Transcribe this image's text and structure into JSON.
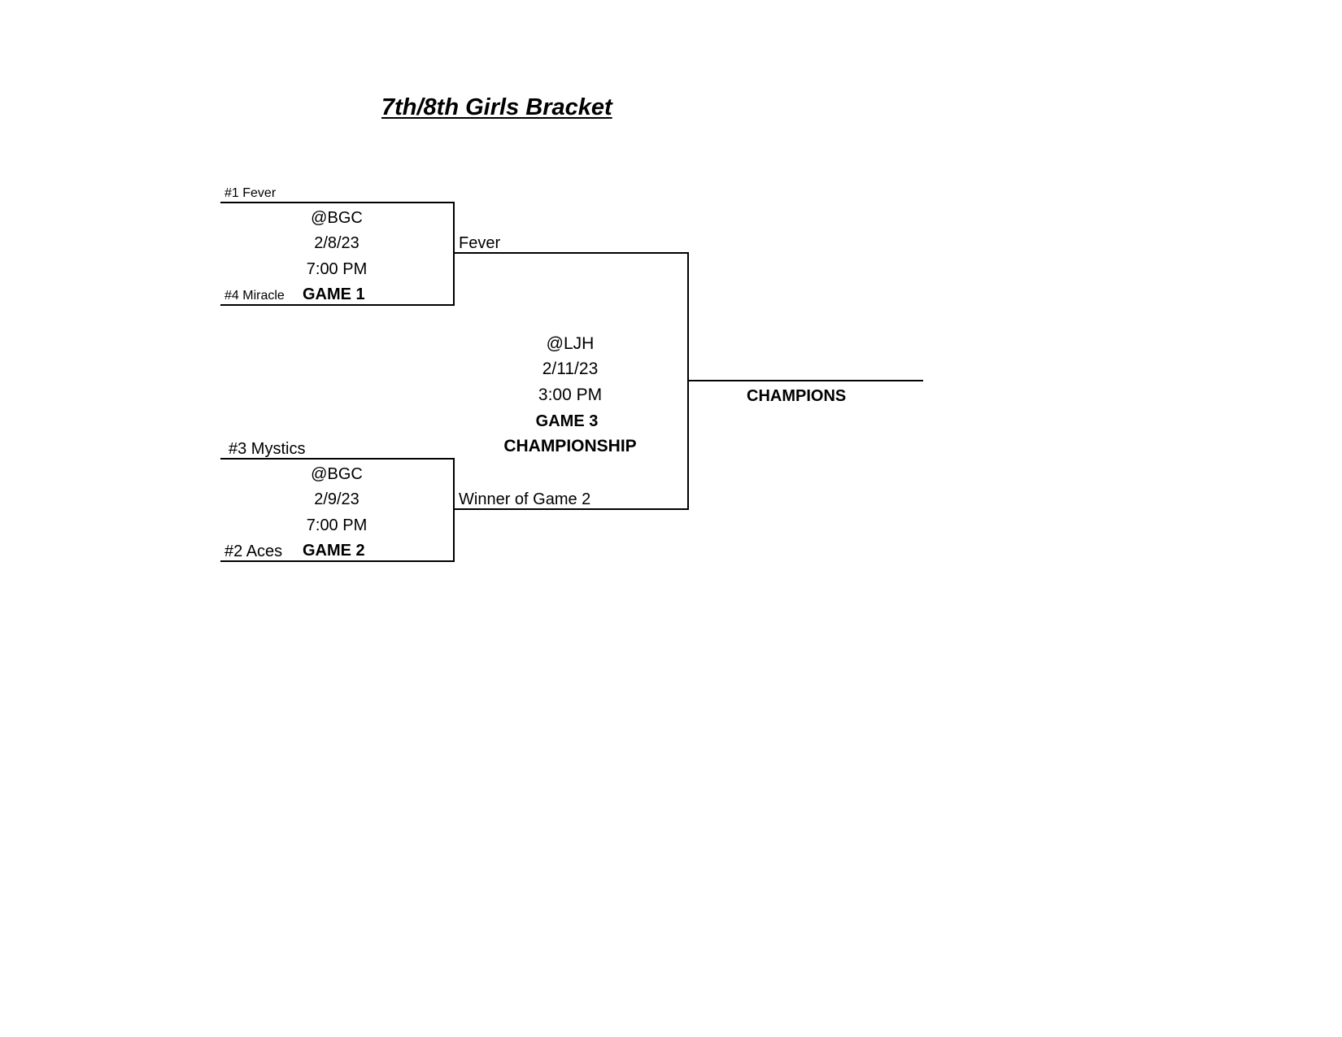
{
  "title": "7th/8th Girls Bracket",
  "game1": {
    "top_team": "#1 Fever",
    "bottom_team": "#4 Miracle",
    "location": "@BGC",
    "date": "2/8/23",
    "time": "7:00 PM",
    "label": "GAME 1",
    "winner": "Fever"
  },
  "game2": {
    "top_team": "#3 Mystics",
    "bottom_team": "#2 Aces",
    "location": "@BGC",
    "date": "2/9/23",
    "time": "7:00 PM",
    "label": "GAME 2",
    "winner": "Winner of Game 2"
  },
  "game3": {
    "location": "@LJH",
    "date": "2/11/23",
    "time": "3:00 PM",
    "label": "GAME 3",
    "sublabel": "CHAMPIONSHIP"
  },
  "champions_label": "CHAMPIONS"
}
